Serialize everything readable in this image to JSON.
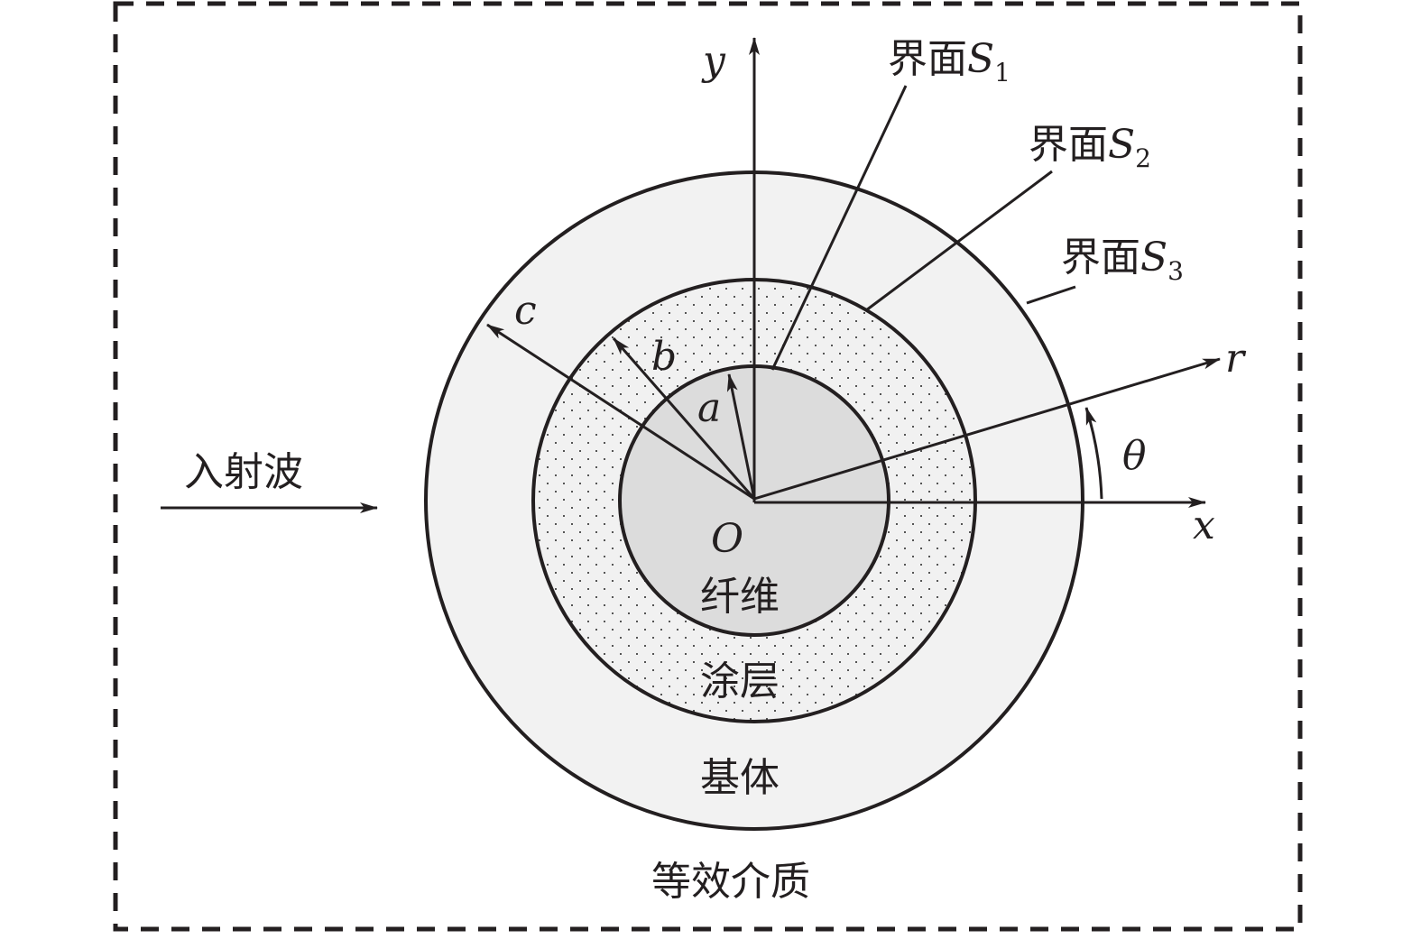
{
  "labels": {
    "incident_wave": "入射波",
    "fiber": "纤维",
    "coating": "涂层",
    "matrix": "基体",
    "equivalent_medium": "等效介质",
    "origin": "O",
    "axis_x": "x",
    "axis_y": "y",
    "radial": "r",
    "angle": "θ",
    "radius_a": "a",
    "radius_b": "b",
    "radius_c": "c"
  },
  "interfaces": [
    {
      "prefix": "界面",
      "symbol": "S",
      "index": "1"
    },
    {
      "prefix": "界面",
      "symbol": "S",
      "index": "2"
    },
    {
      "prefix": "界面",
      "symbol": "S",
      "index": "3"
    }
  ],
  "colors": {
    "stroke": "#231f20",
    "fiber_fill": "#dcdcdc",
    "coating_fill": "#f1f1f1",
    "matrix_fill": "#f2f2f2",
    "background": "#ffffff"
  }
}
